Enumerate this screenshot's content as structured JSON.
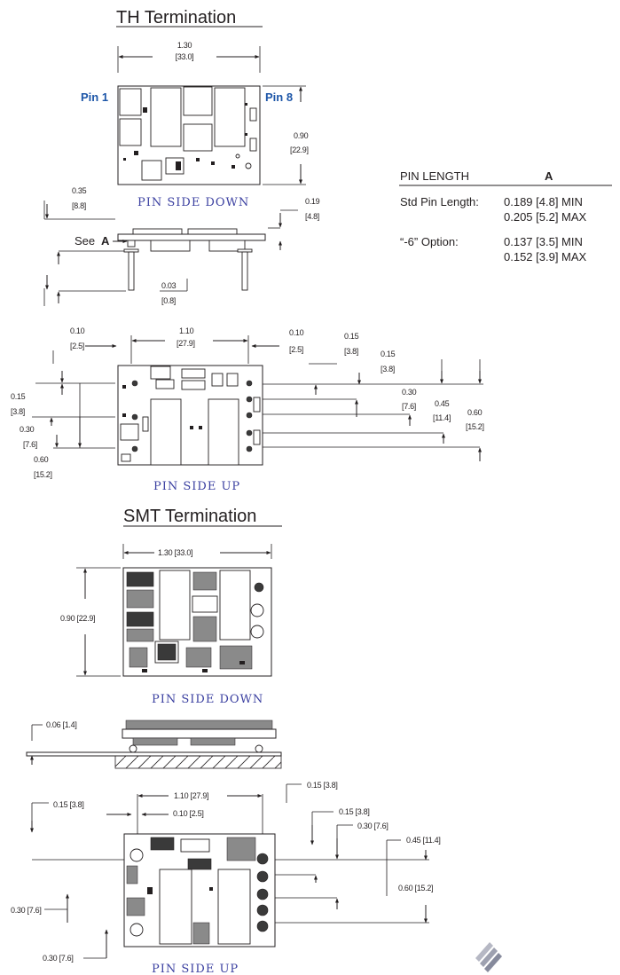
{
  "th": {
    "title": "TH Termination",
    "top": {
      "width_in": "1.30",
      "width_mm": "[33.0]",
      "pin1": "Pin 1",
      "pin8": "Pin 8",
      "height_in": "0.90",
      "height_mm": "[22.9]",
      "caption": "PIN SIDE DOWN"
    },
    "side": {
      "d1_in": "0.35",
      "d1_mm": "[8.8]",
      "d2_in": "0.19",
      "d2_mm": "[4.8]",
      "see_label": "See",
      "see_ref": "A",
      "d3_in": "0.03",
      "d3_mm": "[0.8]"
    },
    "bottom": {
      "a_in": "0.10",
      "a_mm": "[2.5]",
      "b_in": "1.10",
      "b_mm": "[27.9]",
      "c_in": "0.10",
      "c_mm": "[2.5]",
      "d_in": "0.15",
      "d_mm": "[3.8]",
      "e_in": "0.15",
      "e_mm": "[3.8]",
      "f_in": "0.30",
      "f_mm": "[7.6]",
      "g_in": "0.45",
      "g_mm": "[11.4]",
      "h_in": "0.60",
      "h_mm": "[15.2]",
      "l1_in": "0.15",
      "l1_mm": "[3.8]",
      "l2_in": "0.30",
      "l2_mm": "[7.6]",
      "l3_in": "0.60",
      "l3_mm": "[15.2]",
      "caption": "PIN SIDE UP"
    }
  },
  "pin_table": {
    "header_col1": "PIN LENGTH",
    "header_col2": "A",
    "rows": [
      {
        "label": "Std Pin Length:",
        "min": "0.189 [4.8] MIN",
        "max": "0.205 [5.2] MAX"
      },
      {
        "label": "“-6” Option:",
        "min": "0.137 [3.5] MIN",
        "max": "0.152 [3.9] MAX"
      }
    ]
  },
  "smt": {
    "title": "SMT Termination",
    "top": {
      "width": "1.30 [33.0]",
      "height": "0.90 [22.9]",
      "caption": "PIN SIDE DOWN"
    },
    "side": {
      "height": "0.06 [1.4]"
    },
    "bottom": {
      "a": "0.15 [3.8]",
      "b": "1.10 [27.9]",
      "c": "0.10 [2.5]",
      "d": "0.15 [3.8]",
      "e": "0.15 [3.8]",
      "f": "0.30 [7.6]",
      "g": "0.45 [11.4]",
      "h": "0.60 [15.2]",
      "l1": "0.30 [7.6]",
      "l2": "0.30 [7.6]",
      "caption": "PIN SIDE UP"
    }
  },
  "colors": {
    "caption": "#3a3fa0",
    "pin_label": "#1d56a8",
    "line": "#231f20"
  }
}
